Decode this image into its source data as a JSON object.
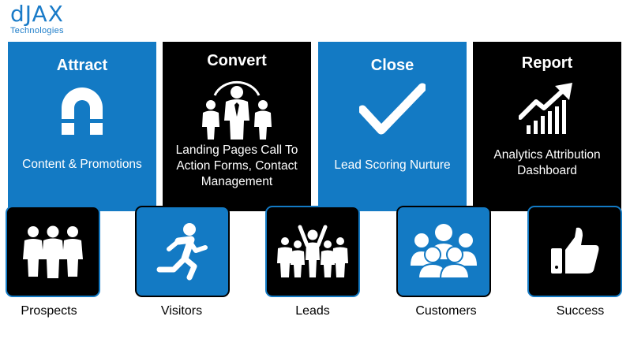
{
  "logo": {
    "main": "dJAX",
    "sub": "Technologies"
  },
  "panels": [
    {
      "title": "Attract",
      "desc": "Content & Promotions",
      "icon": "magnet-icon"
    },
    {
      "title": "Convert",
      "desc": "Landing Pages Call To Action Forms, Contact Management",
      "icon": "team-leader-icon"
    },
    {
      "title": "Close",
      "desc": "Lead Scoring Nurture",
      "icon": "checkmark-icon"
    },
    {
      "title": "Report",
      "desc": "Analytics Attribution Dashboard",
      "icon": "growth-chart-icon"
    }
  ],
  "stages": [
    {
      "label": "Prospects",
      "icon": "group-of-people-icon"
    },
    {
      "label": "Visitors",
      "icon": "running-person-icon"
    },
    {
      "label": "Leads",
      "icon": "cheering-crowd-icon"
    },
    {
      "label": "Customers",
      "icon": "customers-group-icon"
    },
    {
      "label": "Success",
      "icon": "thumbs-up-icon"
    }
  ],
  "colors": {
    "blue": "#137ac4",
    "black": "#000000",
    "logo": "#1a7bc8"
  }
}
